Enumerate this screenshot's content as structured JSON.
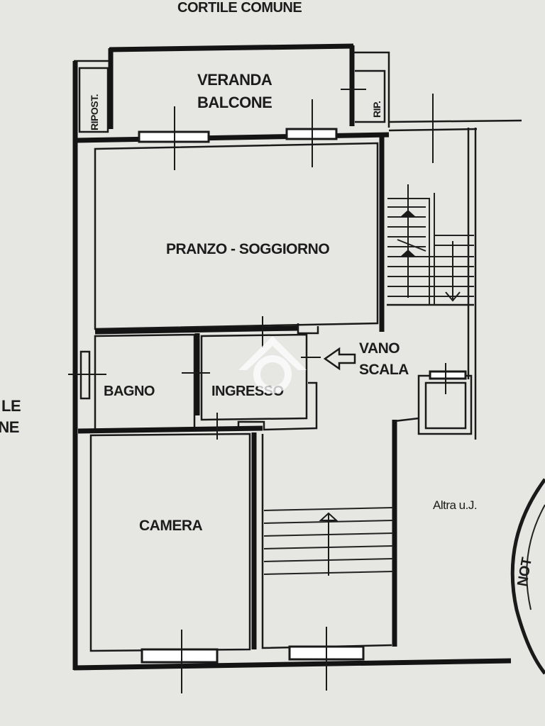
{
  "labels": {
    "courtyard_top": "CORTILE COMUNE",
    "courtyard_left_line1": "LE",
    "courtyard_left_line2": "UNE",
    "veranda": "VERANDA",
    "balcone": "BALCONE",
    "ripost": "RIPOST.",
    "rip": "RIP.",
    "pranzo_soggiorno": "PRANZO - SOGGIORNO",
    "vano": "VANO",
    "scala": "SCALA",
    "bagno": "BAGNO",
    "ingresso": "INGRESSO",
    "camera": "CAMERA",
    "altra_uj": "Altra u.J.",
    "stamp_text": "NOT"
  },
  "colors": {
    "paper": "#e6e6e3",
    "ink": "#141414",
    "watermark": "#ffffff"
  }
}
